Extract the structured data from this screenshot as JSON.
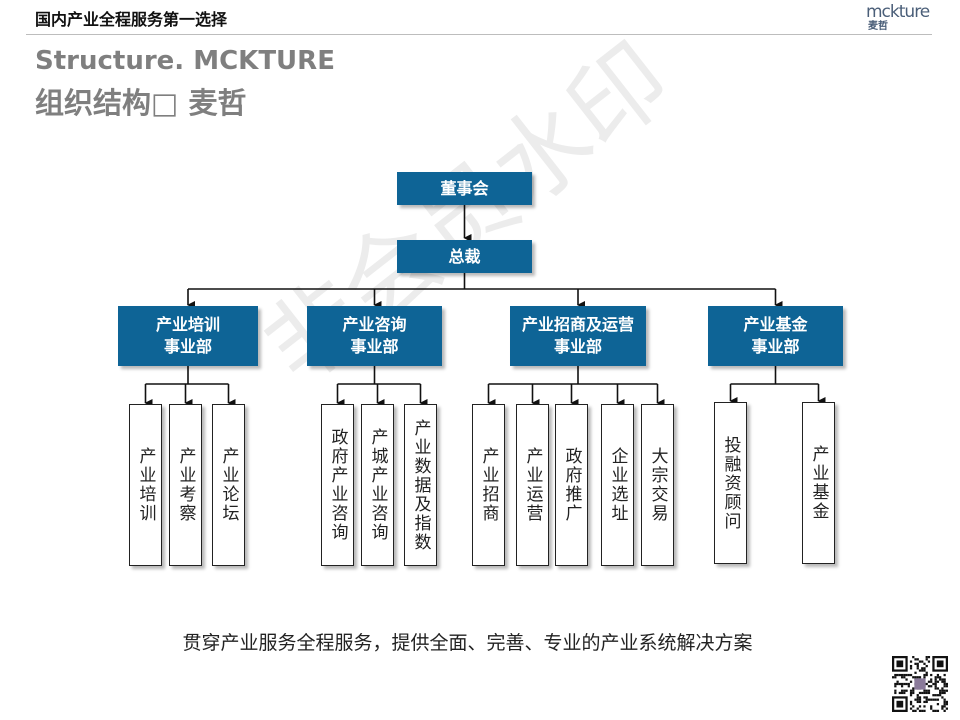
{
  "header": {
    "slogan": "国内产业全程服务第一选择",
    "logo_en": "mckture",
    "logo_cn": "麦哲"
  },
  "title": {
    "en": "Structure. MCKTURE",
    "cn": "组织结构□ 麦哲"
  },
  "watermark": "非会员水印",
  "org": {
    "board": "董事会",
    "president": "总裁",
    "departments": [
      {
        "line1": "产业培训",
        "line2": "事业部",
        "units": [
          "产业培训",
          "产业考察",
          "产业论坛"
        ]
      },
      {
        "line1": "产业咨询",
        "line2": "事业部",
        "units": [
          "政府产业咨询",
          "产城产业咨询",
          "产业数据及指数"
        ]
      },
      {
        "line1": "产业招商及运营",
        "line2": "事业部",
        "units": [
          "产业招商",
          "产业运营",
          "政府推广",
          "企业选址",
          "大宗交易"
        ]
      },
      {
        "line1": "产业基金",
        "line2": "事业部",
        "units": [
          "投融资顾问",
          "产业基金"
        ]
      }
    ]
  },
  "tagline": "贯穿产业服务全程服务，提供全面、完善、专业的产业系统解决方案",
  "qr_code": "qr-code",
  "colors": {
    "box_blue": "#0e6496",
    "title_gray": "#7f7f7f",
    "logo_blue": "#4a5e78"
  }
}
